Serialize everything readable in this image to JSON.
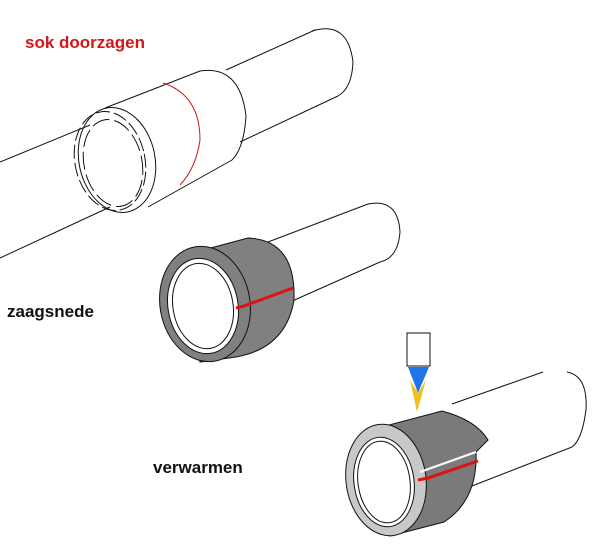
{
  "diagram": {
    "subject": "pipe sleeve (sok) cutting and heating steps",
    "colors": {
      "background": "#ffffff",
      "outline": "#111111",
      "cut_line": "#e01010",
      "sleeve_dark": "#808080",
      "sleeve_light": "#c8c8c8",
      "flame_blue": "#1e74e8",
      "flame_yellow": "#f0c020",
      "step1_label": "#d01818"
    },
    "steps": [
      {
        "label": "sok doorzagen",
        "illustration": "pipe-with-sleeve-and-cut-mark"
      },
      {
        "label": "zaagsnede",
        "illustration": "sleeve-with-saw-cut"
      },
      {
        "label": "verwarmen",
        "illustration": "sleeve-heated-with-torch"
      }
    ]
  }
}
